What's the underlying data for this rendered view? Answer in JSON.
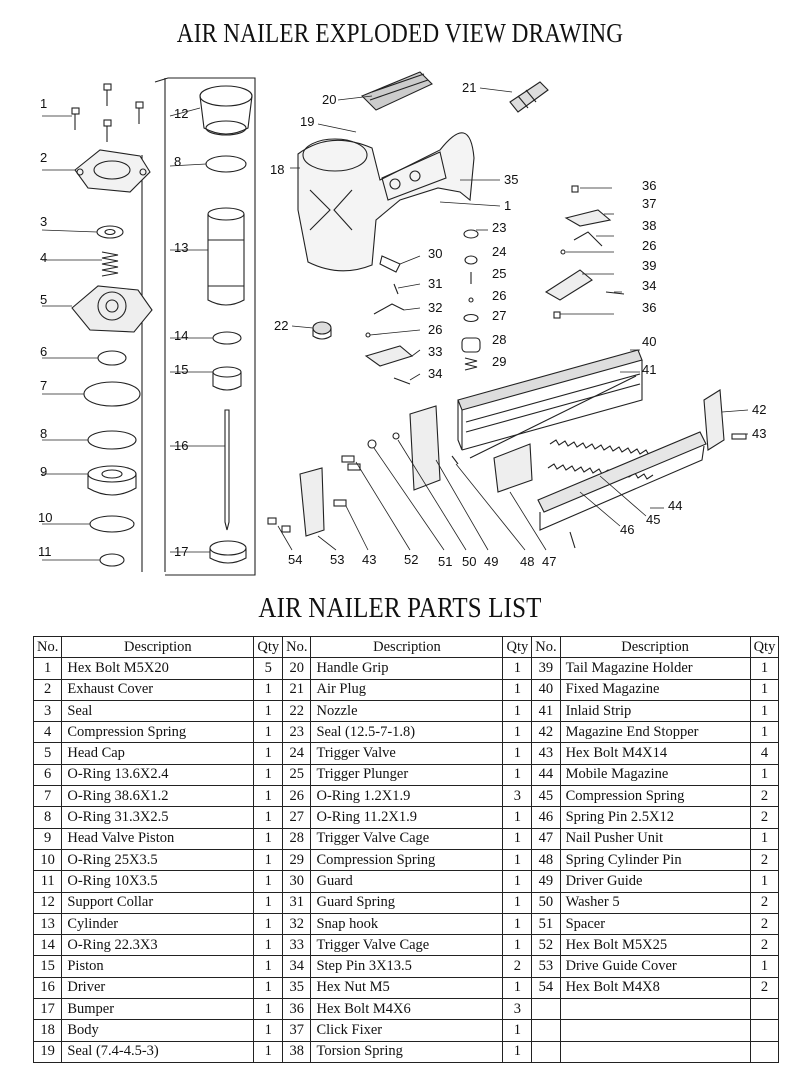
{
  "diagram_title": "AIR NAILER EXPLODED VIEW DRAWING",
  "list_title": "AIR NAILER PARTS LIST",
  "callouts": [
    {
      "id": "c1",
      "label": "1"
    },
    {
      "id": "c2",
      "label": "2"
    },
    {
      "id": "c3",
      "label": "3"
    },
    {
      "id": "c4",
      "label": "4"
    },
    {
      "id": "c5",
      "label": "5"
    },
    {
      "id": "c6",
      "label": "6"
    },
    {
      "id": "c7",
      "label": "7"
    },
    {
      "id": "c8a",
      "label": "8"
    },
    {
      "id": "c9",
      "label": "9"
    },
    {
      "id": "c10",
      "label": "10"
    },
    {
      "id": "c11",
      "label": "11"
    },
    {
      "id": "c12",
      "label": "12"
    },
    {
      "id": "c8b",
      "label": "8"
    },
    {
      "id": "c13",
      "label": "13"
    },
    {
      "id": "c14",
      "label": "14"
    },
    {
      "id": "c15",
      "label": "15"
    },
    {
      "id": "c16",
      "label": "16"
    },
    {
      "id": "c17",
      "label": "17"
    },
    {
      "id": "c18",
      "label": "18"
    },
    {
      "id": "c19",
      "label": "19"
    },
    {
      "id": "c20",
      "label": "20"
    },
    {
      "id": "c21",
      "label": "21"
    },
    {
      "id": "c22",
      "label": "22"
    },
    {
      "id": "c35",
      "label": "35"
    },
    {
      "id": "c1b",
      "label": "1"
    },
    {
      "id": "c23",
      "label": "23"
    },
    {
      "id": "c24",
      "label": "24"
    },
    {
      "id": "c25",
      "label": "25"
    },
    {
      "id": "c26a",
      "label": "26"
    },
    {
      "id": "c27",
      "label": "27"
    },
    {
      "id": "c28",
      "label": "28"
    },
    {
      "id": "c29",
      "label": "29"
    },
    {
      "id": "c30",
      "label": "30"
    },
    {
      "id": "c31",
      "label": "31"
    },
    {
      "id": "c32",
      "label": "32"
    },
    {
      "id": "c26b",
      "label": "26"
    },
    {
      "id": "c33",
      "label": "33"
    },
    {
      "id": "c34a",
      "label": "34"
    },
    {
      "id": "c36a",
      "label": "36"
    },
    {
      "id": "c37",
      "label": "37"
    },
    {
      "id": "c38",
      "label": "38"
    },
    {
      "id": "c26c",
      "label": "26"
    },
    {
      "id": "c39",
      "label": "39"
    },
    {
      "id": "c34b",
      "label": "34"
    },
    {
      "id": "c36b",
      "label": "36"
    },
    {
      "id": "c40",
      "label": "40"
    },
    {
      "id": "c41",
      "label": "41"
    },
    {
      "id": "c42",
      "label": "42"
    },
    {
      "id": "c43a",
      "label": "43"
    },
    {
      "id": "c44",
      "label": "44"
    },
    {
      "id": "c45",
      "label": "45"
    },
    {
      "id": "c46",
      "label": "46"
    },
    {
      "id": "c47",
      "label": "47"
    },
    {
      "id": "c48",
      "label": "48"
    },
    {
      "id": "c49",
      "label": "49"
    },
    {
      "id": "c50",
      "label": "50"
    },
    {
      "id": "c51",
      "label": "51"
    },
    {
      "id": "c52",
      "label": "52"
    },
    {
      "id": "c43b",
      "label": "43"
    },
    {
      "id": "c53",
      "label": "53"
    },
    {
      "id": "c54",
      "label": "54"
    }
  ],
  "table": {
    "headers": {
      "no": "No.",
      "desc": "Description",
      "qty": "Qty"
    },
    "rows": [
      [
        {
          "no": "1",
          "desc": "Hex Bolt M5X20",
          "qty": "5"
        },
        {
          "no": "20",
          "desc": "Handle Grip",
          "qty": "1"
        },
        {
          "no": "39",
          "desc": "Tail Magazine Holder",
          "qty": "1"
        }
      ],
      [
        {
          "no": "2",
          "desc": "Exhaust Cover",
          "qty": "1"
        },
        {
          "no": "21",
          "desc": "Air Plug",
          "qty": "1"
        },
        {
          "no": "40",
          "desc": "Fixed Magazine",
          "qty": "1"
        }
      ],
      [
        {
          "no": "3",
          "desc": "Seal",
          "qty": "1"
        },
        {
          "no": "22",
          "desc": "Nozzle",
          "qty": "1"
        },
        {
          "no": "41",
          "desc": "Inlaid Strip",
          "qty": "1"
        }
      ],
      [
        {
          "no": "4",
          "desc": "Compression Spring",
          "qty": "1"
        },
        {
          "no": "23",
          "desc": "Seal (12.5-7-1.8)",
          "qty": "1"
        },
        {
          "no": "42",
          "desc": "Magazine End Stopper",
          "qty": "1"
        }
      ],
      [
        {
          "no": "5",
          "desc": "Head Cap",
          "qty": "1"
        },
        {
          "no": "24",
          "desc": "Trigger Valve",
          "qty": "1"
        },
        {
          "no": "43",
          "desc": "Hex Bolt M4X14",
          "qty": "4"
        }
      ],
      [
        {
          "no": "6",
          "desc": "O-Ring 13.6X2.4",
          "qty": "1"
        },
        {
          "no": "25",
          "desc": "Trigger Plunger",
          "qty": "1"
        },
        {
          "no": "44",
          "desc": "Mobile Magazine",
          "qty": "1"
        }
      ],
      [
        {
          "no": "7",
          "desc": "O-Ring 38.6X1.2",
          "qty": "1"
        },
        {
          "no": "26",
          "desc": "O-Ring 1.2X1.9",
          "qty": "3"
        },
        {
          "no": "45",
          "desc": "Compression Spring",
          "qty": "2"
        }
      ],
      [
        {
          "no": "8",
          "desc": "O-Ring 31.3X2.5",
          "qty": "1"
        },
        {
          "no": "27",
          "desc": "O-Ring 11.2X1.9",
          "qty": "1"
        },
        {
          "no": "46",
          "desc": "Spring Pin 2.5X12",
          "qty": "2"
        }
      ],
      [
        {
          "no": "9",
          "desc": "Head Valve Piston",
          "qty": "1"
        },
        {
          "no": "28",
          "desc": "Trigger Valve Cage",
          "qty": "1"
        },
        {
          "no": "47",
          "desc": "Nail Pusher Unit",
          "qty": "1"
        }
      ],
      [
        {
          "no": "10",
          "desc": "O-Ring 25X3.5",
          "qty": "1"
        },
        {
          "no": "29",
          "desc": "Compression Spring",
          "qty": "1"
        },
        {
          "no": "48",
          "desc": "Spring Cylinder Pin",
          "qty": "2"
        }
      ],
      [
        {
          "no": "11",
          "desc": "O-Ring 10X3.5",
          "qty": "1"
        },
        {
          "no": "30",
          "desc": "Guard",
          "qty": "1"
        },
        {
          "no": "49",
          "desc": "Driver Guide",
          "qty": "1"
        }
      ],
      [
        {
          "no": "12",
          "desc": "Support Collar",
          "qty": "1"
        },
        {
          "no": "31",
          "desc": "Guard Spring",
          "qty": "1"
        },
        {
          "no": "50",
          "desc": "Washer 5",
          "qty": "2"
        }
      ],
      [
        {
          "no": "13",
          "desc": "Cylinder",
          "qty": "1"
        },
        {
          "no": "32",
          "desc": "Snap hook",
          "qty": "1"
        },
        {
          "no": "51",
          "desc": "Spacer",
          "qty": "2"
        }
      ],
      [
        {
          "no": "14",
          "desc": "O-Ring 22.3X3",
          "qty": "1"
        },
        {
          "no": "33",
          "desc": "Trigger Valve Cage",
          "qty": "1"
        },
        {
          "no": "52",
          "desc": "Hex Bolt M5X25",
          "qty": "2"
        }
      ],
      [
        {
          "no": "15",
          "desc": "Piston",
          "qty": "1"
        },
        {
          "no": "34",
          "desc": "Step Pin 3X13.5",
          "qty": "2"
        },
        {
          "no": "53",
          "desc": "Drive Guide Cover",
          "qty": "1"
        }
      ],
      [
        {
          "no": "16",
          "desc": "Driver",
          "qty": "1"
        },
        {
          "no": "35",
          "desc": "Hex Nut M5",
          "qty": "1"
        },
        {
          "no": "54",
          "desc": "Hex Bolt M4X8",
          "qty": "2"
        }
      ],
      [
        {
          "no": "17",
          "desc": "Bumper",
          "qty": "1"
        },
        {
          "no": "36",
          "desc": "Hex Bolt M4X6",
          "qty": "3"
        },
        {
          "no": "",
          "desc": "",
          "qty": ""
        }
      ],
      [
        {
          "no": "18",
          "desc": "Body",
          "qty": "1"
        },
        {
          "no": "37",
          "desc": "Click Fixer",
          "qty": "1"
        },
        {
          "no": "",
          "desc": "",
          "qty": ""
        }
      ],
      [
        {
          "no": "19",
          "desc": "Seal (7.4-4.5-3)",
          "qty": "1"
        },
        {
          "no": "38",
          "desc": "Torsion Spring",
          "qty": "1"
        },
        {
          "no": "",
          "desc": "",
          "qty": ""
        }
      ]
    ]
  }
}
